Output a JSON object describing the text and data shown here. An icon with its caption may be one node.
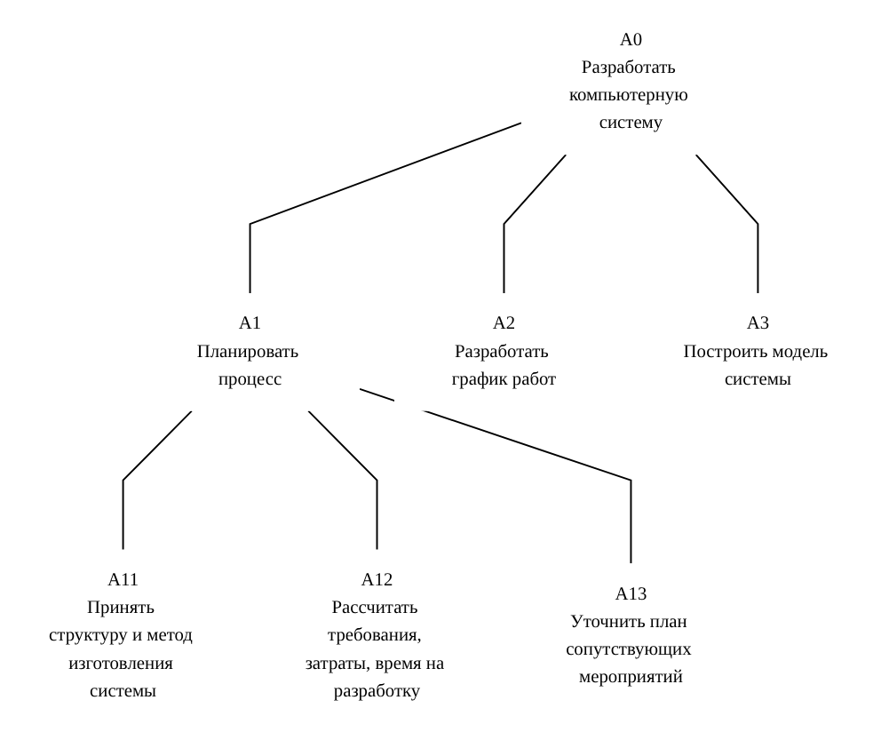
{
  "diagram": {
    "nodes": [
      {
        "text": [
          "A0",
          "Разработать компьютерную систему"
        ]
      },
      {
        "text": [
          "A1",
          "Планировать процесс"
        ]
      },
      {
        "text": [
          "A2",
          "Разработать график работ"
        ]
      },
      {
        "text": [
          "A3",
          "Построить модель системы"
        ]
      },
      {
        "text": [
          "A11",
          "Принять структуру и метод изготовления системы"
        ]
      },
      {
        "text": [
          "A12",
          "Рассчитать требования, затраты, время на разработку"
        ]
      },
      {
        "text": [
          "A13",
          "Уточнить план сопутствующих мероприятий"
        ]
      }
    ],
    "edges": [
      {
        "from": 0,
        "to": 1,
        "arrow": "none"
      },
      {
        "from": 0,
        "to": 2,
        "arrow": "none"
      },
      {
        "from": 0,
        "to": 3,
        "arrow": "none"
      },
      {
        "from": 1,
        "to": 4,
        "arrow": "none"
      },
      {
        "from": 1,
        "to": 5,
        "arrow": "none"
      },
      {
        "from": 1,
        "to": 6,
        "arrow": "none"
      }
    ]
  }
}
